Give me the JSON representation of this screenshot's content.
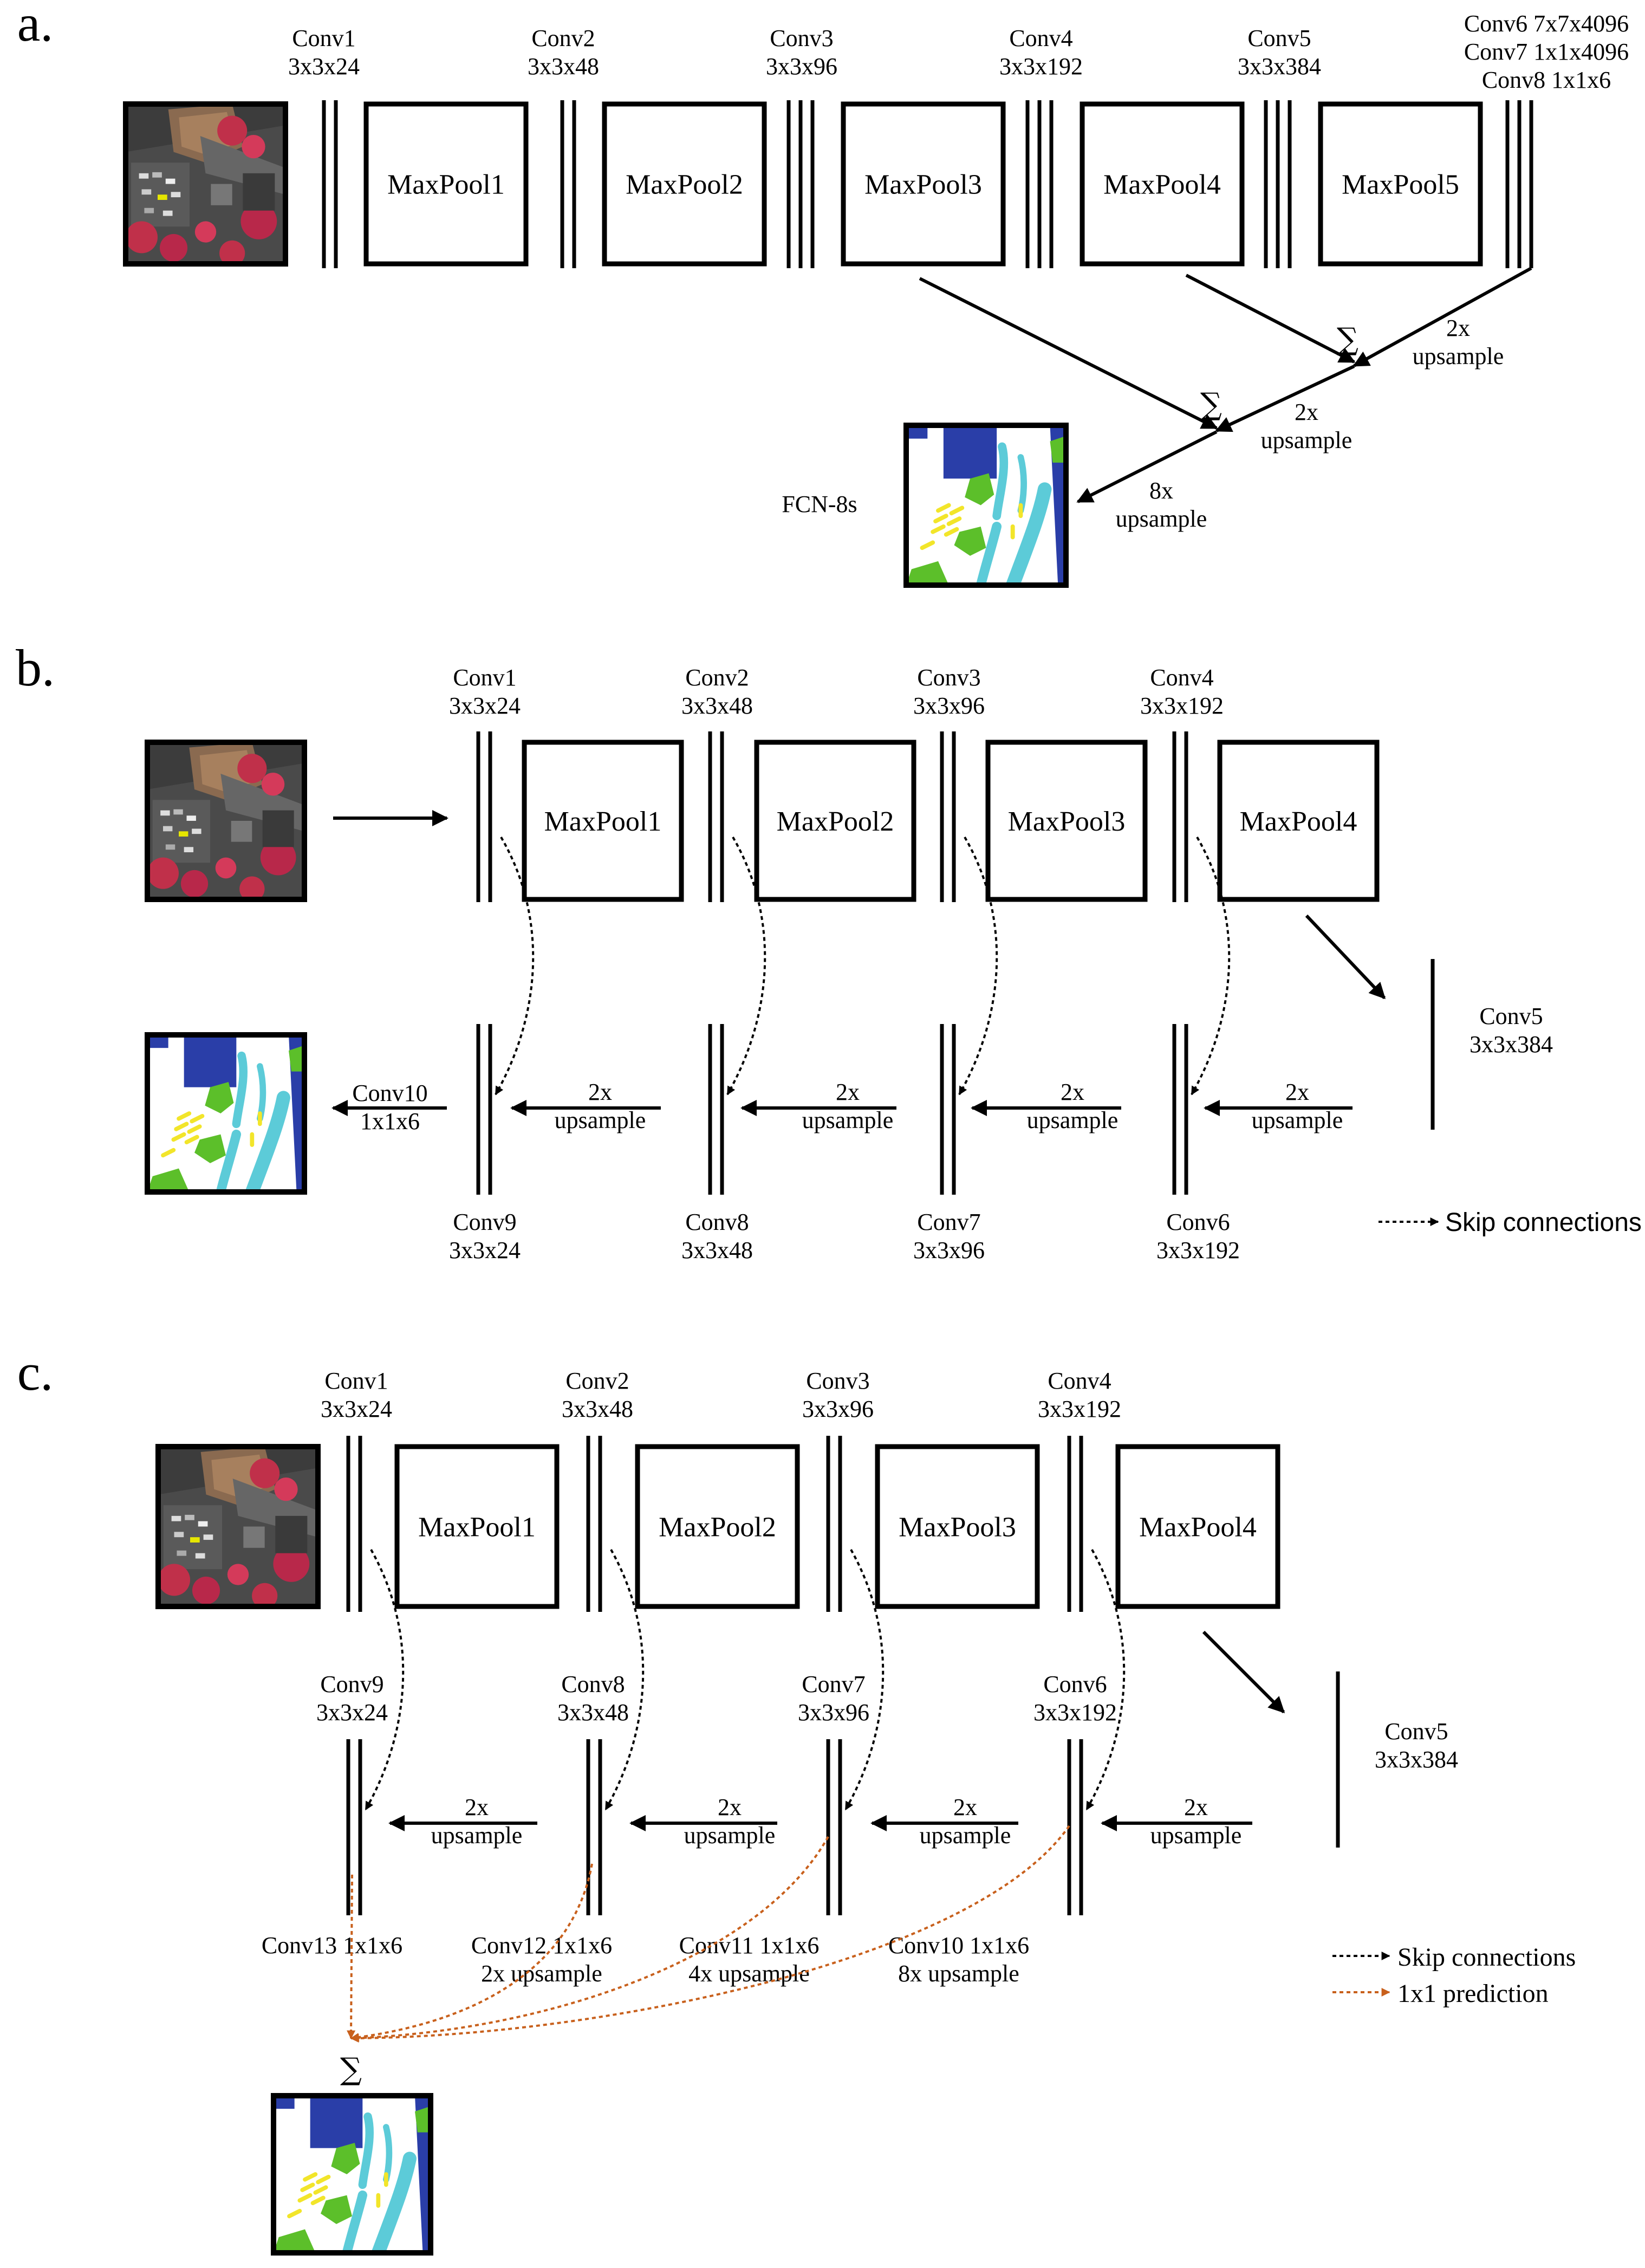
{
  "colors": {
    "line": "#000000",
    "orange": "#c8601c",
    "building": "#2a3ea8",
    "road": "#5ccbd8",
    "tree": "#5cbf2a",
    "car": "#f2e52a",
    "background": "#ffffff"
  },
  "panel_a": {
    "letter": "a.",
    "conv_labels": [
      {
        "name": "Conv1",
        "dims": "3x3x24"
      },
      {
        "name": "Conv2",
        "dims": "3x3x48"
      },
      {
        "name": "Conv3",
        "dims": "3x3x96"
      },
      {
        "name": "Conv4",
        "dims": "3x3x192"
      },
      {
        "name": "Conv5",
        "dims": "3x3x384"
      }
    ],
    "fc_labels": [
      "Conv6 7x7x4096",
      "Conv7 1x1x4096",
      "Conv8 1x1x6"
    ],
    "pools": [
      "MaxPool1",
      "MaxPool2",
      "MaxPool3",
      "MaxPool4",
      "MaxPool5"
    ],
    "sum_symbol": "∑",
    "upsample_2x_a": {
      "factor": "2x",
      "word": "upsample"
    },
    "upsample_2x_b": {
      "factor": "2x",
      "word": "upsample"
    },
    "upsample_8x": {
      "factor": "8x",
      "word": "upsample"
    },
    "output_label": "FCN-8s"
  },
  "panel_b": {
    "letter": "b.",
    "enc_labels": [
      {
        "name": "Conv1",
        "dims": "3x3x24"
      },
      {
        "name": "Conv2",
        "dims": "3x3x48"
      },
      {
        "name": "Conv3",
        "dims": "3x3x96"
      },
      {
        "name": "Conv4",
        "dims": "3x3x192"
      }
    ],
    "pools": [
      "MaxPool1",
      "MaxPool2",
      "MaxPool3",
      "MaxPool4"
    ],
    "bottleneck": {
      "name": "Conv5",
      "dims": "3x3x384"
    },
    "dec_labels": [
      {
        "name": "Conv9",
        "dims": "3x3x24"
      },
      {
        "name": "Conv8",
        "dims": "3x3x48"
      },
      {
        "name": "Conv7",
        "dims": "3x3x96"
      },
      {
        "name": "Conv6",
        "dims": "3x3x192"
      }
    ],
    "upsample": {
      "factor": "2x",
      "word": "upsample"
    },
    "final_conv": {
      "name": "Conv10",
      "dims": "1x1x6"
    },
    "legend_skip": "Skip connections"
  },
  "panel_c": {
    "letter": "c.",
    "enc_labels": [
      {
        "name": "Conv1",
        "dims": "3x3x24"
      },
      {
        "name": "Conv2",
        "dims": "3x3x48"
      },
      {
        "name": "Conv3",
        "dims": "3x3x96"
      },
      {
        "name": "Conv4",
        "dims": "3x3x192"
      }
    ],
    "pools": [
      "MaxPool1",
      "MaxPool2",
      "MaxPool3",
      "MaxPool4"
    ],
    "bottleneck": {
      "name": "Conv5",
      "dims": "3x3x384"
    },
    "dec_labels": [
      {
        "name": "Conv9",
        "dims": "3x3x24"
      },
      {
        "name": "Conv8",
        "dims": "3x3x48"
      },
      {
        "name": "Conv7",
        "dims": "3x3x96"
      },
      {
        "name": "Conv6",
        "dims": "3x3x192"
      }
    ],
    "upsample": {
      "factor": "2x",
      "word": "upsample"
    },
    "pred_labels": [
      {
        "name": "Conv13 1x1x6",
        "up": ""
      },
      {
        "name": "Conv12 1x1x6",
        "up": "2x  upsample"
      },
      {
        "name": "Conv11 1x1x6",
        "up": "4x  upsample"
      },
      {
        "name": "Conv10 1x1x6",
        "up": "8x  upsample"
      }
    ],
    "sum_symbol": "∑",
    "legend_skip": "Skip connections",
    "legend_pred": "1x1 prediction"
  }
}
